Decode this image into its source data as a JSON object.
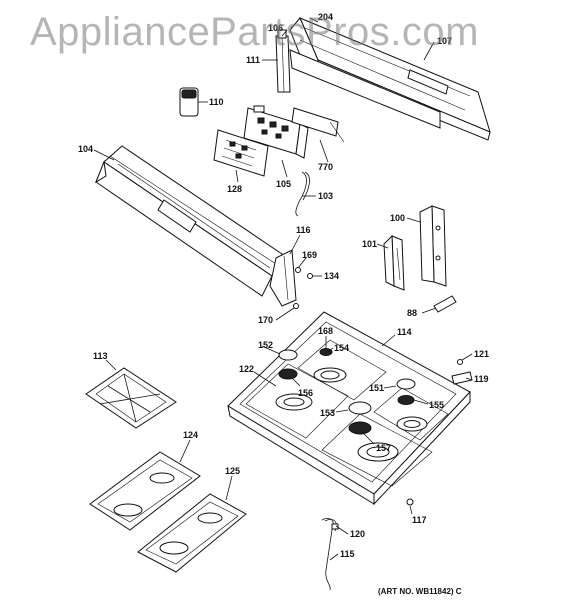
{
  "watermark": "AppliancePartsPros.com",
  "art_number": "(ART NO. WB11842) C",
  "callouts": {
    "c204": "204",
    "c106": "106",
    "c107": "107",
    "c111": "111",
    "c110": "110",
    "c770": "770",
    "c104": "104",
    "c128": "128",
    "c105": "105",
    "c103": "103",
    "c100": "100",
    "c101": "101",
    "c116": "116",
    "c169": "169",
    "c134": "134",
    "c88": "88",
    "c170": "170",
    "c168": "168",
    "c114": "114",
    "c152": "152",
    "c154": "154",
    "c113": "113",
    "c122": "122",
    "c121": "121",
    "c119": "119",
    "c151": "151",
    "c156": "156",
    "c155": "155",
    "c153": "153",
    "c157": "157",
    "c124": "124",
    "c125": "125",
    "c117": "117",
    "c120": "120",
    "c115": "115"
  }
}
